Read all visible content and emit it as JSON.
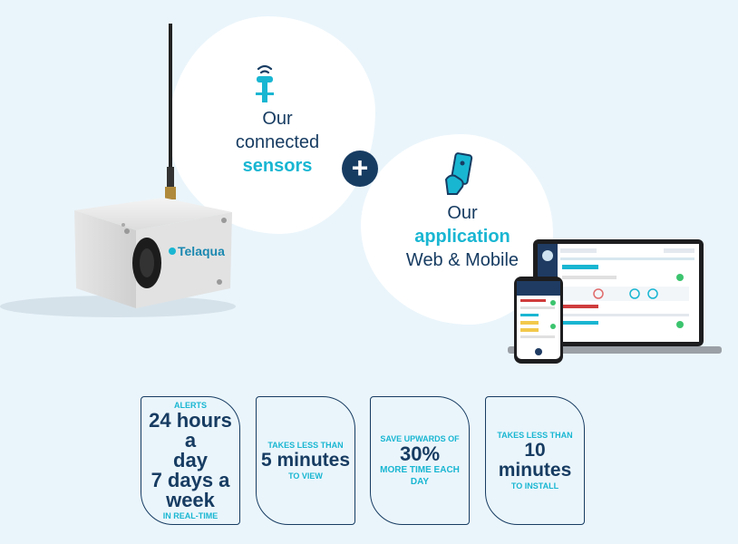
{
  "sensors": {
    "line1": "Our",
    "line2": "connected",
    "line3": "sensors"
  },
  "application": {
    "line1": "Our",
    "line2": "application",
    "line3": "Web & Mobile"
  },
  "plus_symbol": "+",
  "device": {
    "brand": "Telaqua"
  },
  "stats": [
    {
      "top": "ALERTS",
      "main": [
        "24 hours a",
        "day",
        "7 days a",
        "week"
      ],
      "bottom": "IN REAL-TIME"
    },
    {
      "top": "TAKES LESS THAN",
      "main": [
        "5 minutes"
      ],
      "bottom": "TO VIEW"
    },
    {
      "top": "SAVE UPWARDS OF",
      "main": [
        "30%"
      ],
      "bottom": "MORE TIME EACH DAY"
    },
    {
      "top": "TAKES LESS THAN",
      "main": [
        "10 minutes"
      ],
      "bottom": "TO INSTALL"
    }
  ],
  "colors": {
    "navy": "#173c62",
    "cyan": "#19b6d2",
    "background": "#eaf5fb"
  },
  "icons": {
    "sensor": "sensor-icon",
    "phone_hand": "phone-hand-icon"
  }
}
